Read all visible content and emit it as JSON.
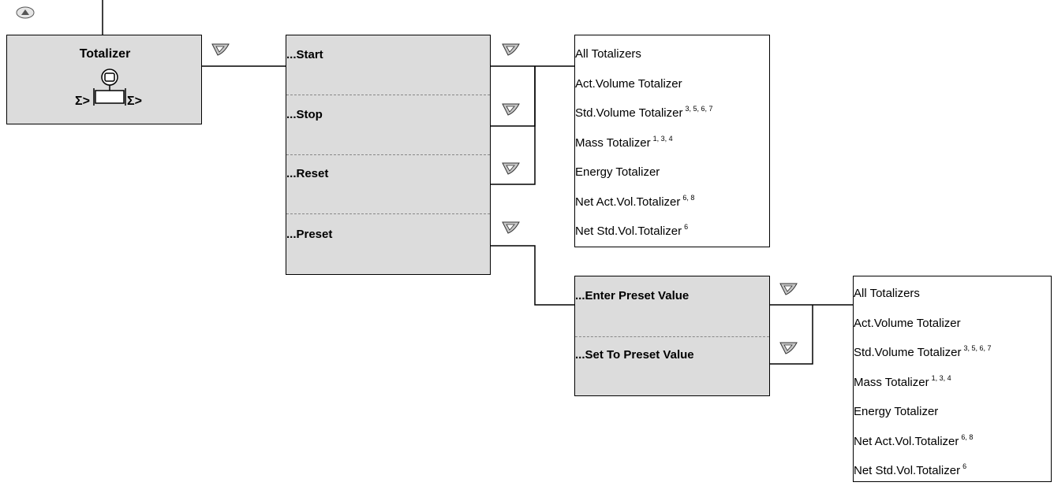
{
  "root": {
    "title": "Totalizer",
    "icon": "totalizer-flowmeter-icon",
    "sigma_left": "Σ>",
    "sigma_right": "Σ>"
  },
  "keys": {
    "up": "up-key-icon",
    "down": "down-key-icon"
  },
  "menu": {
    "items": [
      {
        "label": "...Start"
      },
      {
        "label": "...Stop"
      },
      {
        "label": "...Reset"
      },
      {
        "label": "...Preset"
      }
    ]
  },
  "preset_menu": {
    "items": [
      {
        "label": "...Enter Preset Value"
      },
      {
        "label": "...Set To Preset Value"
      }
    ]
  },
  "options_top": [
    {
      "text": "All Totalizers",
      "sup": ""
    },
    {
      "text": "Act.Volume Totalizer",
      "sup": ""
    },
    {
      "text": "Std.Volume Totalizer",
      "sup": "3, 5, 6, 7"
    },
    {
      "text": "Mass Totalizer",
      "sup": "1, 3, 4"
    },
    {
      "text": "Energy Totalizer",
      "sup": ""
    },
    {
      "text": "Net Act.Vol.Totalizer",
      "sup": "6, 8"
    },
    {
      "text": "Net Std.Vol.Totalizer",
      "sup": "6"
    }
  ],
  "options_bottom": [
    {
      "text": "All Totalizers",
      "sup": ""
    },
    {
      "text": "Act.Volume Totalizer",
      "sup": ""
    },
    {
      "text": "Std.Volume Totalizer",
      "sup": "3, 5, 6, 7"
    },
    {
      "text": "Mass Totalizer",
      "sup": "1, 3, 4"
    },
    {
      "text": "Energy Totalizer",
      "sup": ""
    },
    {
      "text": "Net Act.Vol.Totalizer",
      "sup": "6, 8"
    },
    {
      "text": "Net Std.Vol.Totalizer",
      "sup": "6"
    }
  ]
}
